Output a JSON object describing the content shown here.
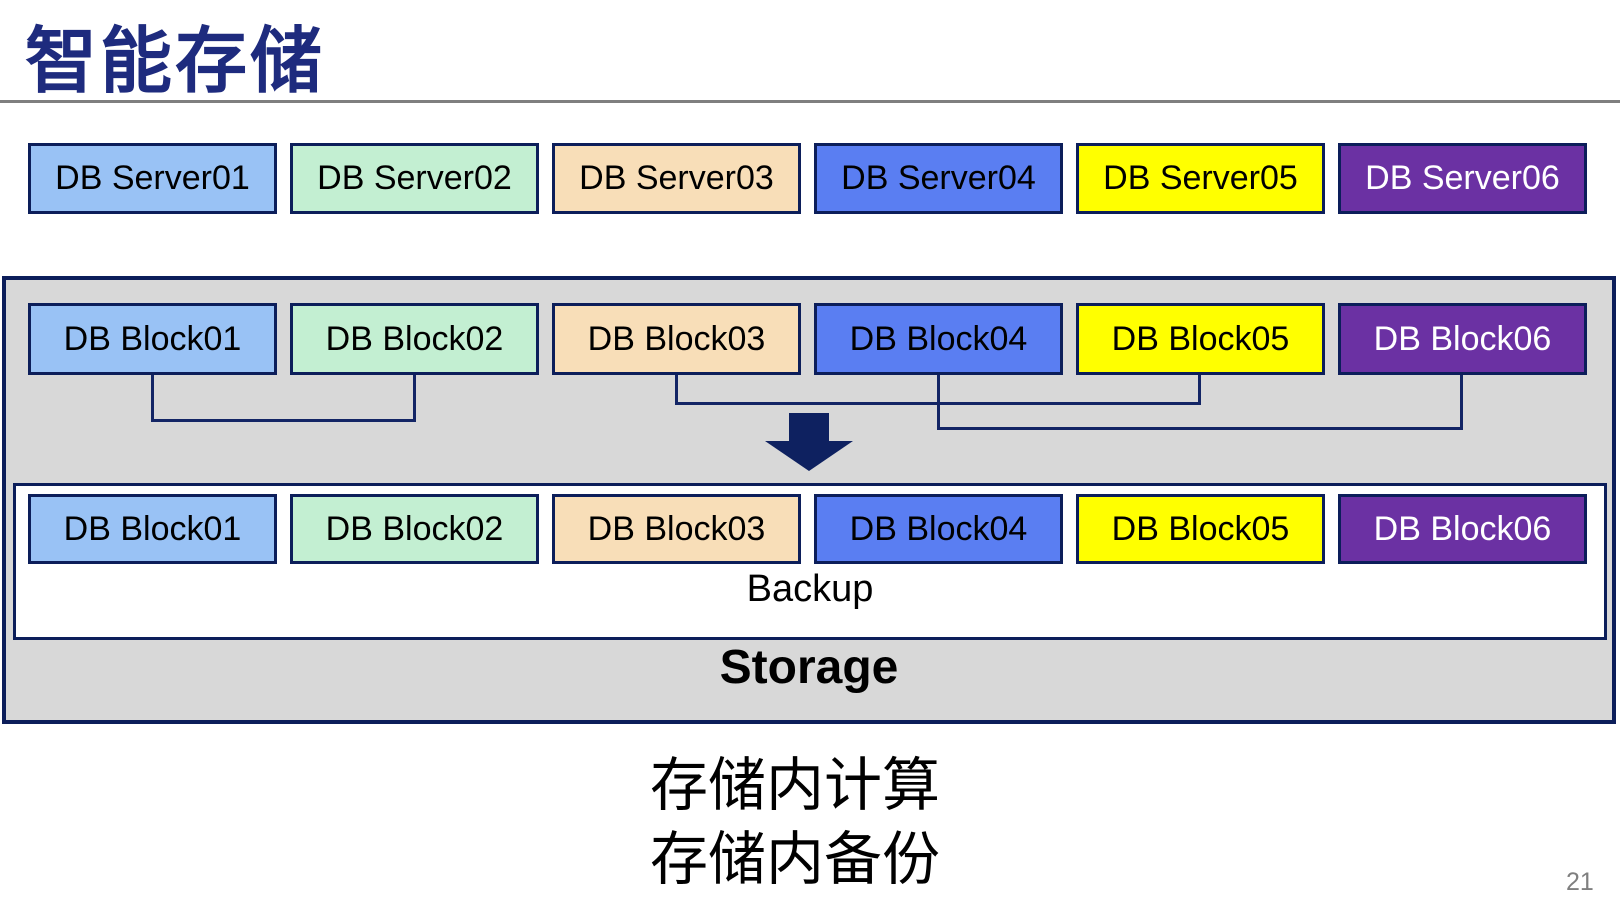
{
  "title": "智能存储",
  "page_number": "21",
  "caption": {
    "line1": "存储内计算",
    "line2": "存储内备份"
  },
  "server_row": {
    "items": [
      {
        "label": "DB Server01",
        "fill": "#99C2F5",
        "text_color": "#000000"
      },
      {
        "label": "DB Server02",
        "fill": "#C3EFD2",
        "text_color": "#000000"
      },
      {
        "label": "DB Server03",
        "fill": "#F8DEB8",
        "text_color": "#000000"
      },
      {
        "label": "DB Server04",
        "fill": "#5A7EF2",
        "text_color": "#000000"
      },
      {
        "label": "DB Server05",
        "fill": "#FFFF00",
        "text_color": "#000000"
      },
      {
        "label": "DB Server06",
        "fill": "#6B31A3",
        "text_color": "#FFFFFF"
      }
    ]
  },
  "storage_panel": {
    "label": "Storage",
    "block_row": {
      "items": [
        {
          "label": "DB Block01",
          "fill": "#99C2F5",
          "text_color": "#000000"
        },
        {
          "label": "DB Block02",
          "fill": "#C3EFD2",
          "text_color": "#000000"
        },
        {
          "label": "DB Block03",
          "fill": "#F8DEB8",
          "text_color": "#000000"
        },
        {
          "label": "DB Block04",
          "fill": "#5A7EF2",
          "text_color": "#000000"
        },
        {
          "label": "DB Block05",
          "fill": "#FFFF00",
          "text_color": "#000000"
        },
        {
          "label": "DB Block06",
          "fill": "#6B31A3",
          "text_color": "#FFFFFF"
        }
      ]
    },
    "connectors": [
      {
        "from": "DB Block01",
        "to": "DB Block02"
      },
      {
        "from": "DB Block03",
        "to": "DB Block05"
      },
      {
        "from": "DB Block04",
        "to": "DB Block06"
      }
    ],
    "backup_box": {
      "label": "Backup",
      "block_row": {
        "items": [
          {
            "label": "DB Block01",
            "fill": "#99C2F5",
            "text_color": "#000000"
          },
          {
            "label": "DB Block02",
            "fill": "#C3EFD2",
            "text_color": "#000000"
          },
          {
            "label": "DB Block03",
            "fill": "#F8DEB8",
            "text_color": "#000000"
          },
          {
            "label": "DB Block04",
            "fill": "#5A7EF2",
            "text_color": "#000000"
          },
          {
            "label": "DB Block05",
            "fill": "#FFFF00",
            "text_color": "#000000"
          },
          {
            "label": "DB Block06",
            "fill": "#6B31A3",
            "text_color": "#FFFFFF"
          }
        ]
      }
    }
  },
  "colors": {
    "title": "#1E2B7E",
    "box_border": "#0C1E5A",
    "connector": "#132565",
    "arrow": "#0E2160",
    "panel_background": "#D8D8D8",
    "divider": "#7F7F7F",
    "page_number": "#7F7F7F"
  }
}
